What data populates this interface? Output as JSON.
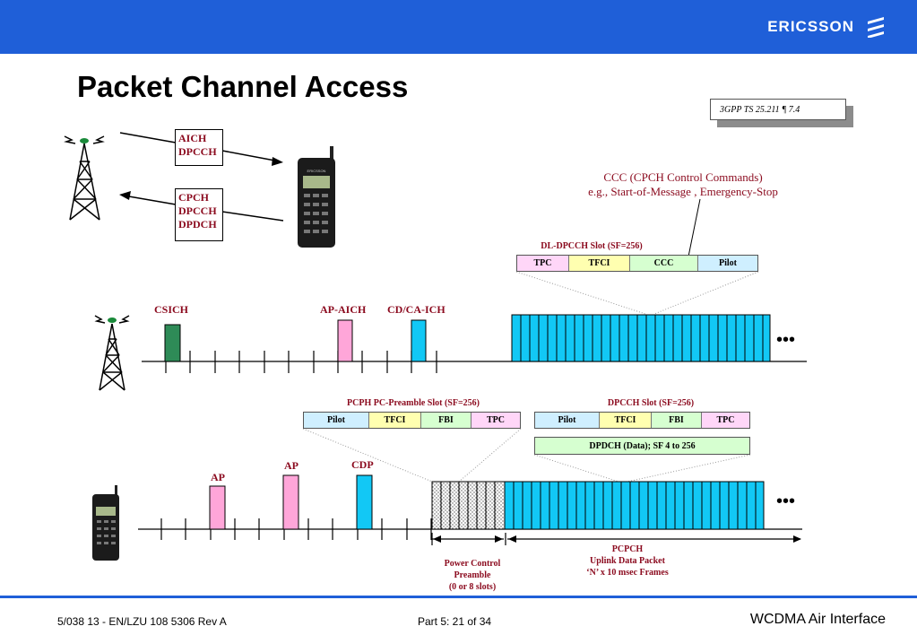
{
  "header": {
    "logo": "ERICSSON"
  },
  "title": "Packet Channel Access",
  "reference": "3GPP TS 25.211 ¶ 7.4",
  "downlink_box": {
    "line1": "AICH",
    "line2": "DPCCH"
  },
  "uplink_box": {
    "line1": "CPCH",
    "line2": "DPCCH",
    "line3": "DPDCH"
  },
  "ccc_note": {
    "line1": "CCC (CPCH Control Commands)",
    "line2": "e.g., Start-of-Message , Emergency-Stop"
  },
  "dl_dpcch": {
    "title": "DL-DPCCH Slot (SF=256)",
    "fields": [
      "TPC",
      "TFCI",
      "CCC",
      "Pilot"
    ]
  },
  "downlink_channels": {
    "csich": "CSICH",
    "ap_aich": "AP-AICH",
    "cd_ca_ich": "CD/CA-ICH",
    "ellipsis": "•••"
  },
  "pcph": {
    "title": "PCPH PC-Preamble Slot (SF=256)",
    "fields": [
      "Pilot",
      "TFCI",
      "FBI",
      "TPC"
    ]
  },
  "dpcch_ul": {
    "title": "DPCCH Slot (SF=256)",
    "fields": [
      "Pilot",
      "TFCI",
      "FBI",
      "TPC"
    ]
  },
  "dpdch": "DPDCH (Data);  SF 4 to 256",
  "uplink_channels": {
    "ap1": "AP",
    "ap2": "AP",
    "cdp": "CDP",
    "ellipsis": "•••"
  },
  "pc_preamble": {
    "line1": "Power Control",
    "line2": "Preamble",
    "line3": "(0 or 8 slots)"
  },
  "pcpch": {
    "line1": "PCPCH",
    "line2": "Uplink Data Packet",
    "line3": "‘N’ x 10 msec Frames"
  },
  "phone_brand": "ERICSSON",
  "footer": {
    "left": "5/038 13 - EN/LZU 108 5306 Rev A",
    "center": "Part 5:  21 of 34",
    "right": "WCDMA Air Interface"
  },
  "colors": {
    "header_blue": "#1f5fd8",
    "label_red": "#8b0a1e",
    "csich_green": "#2e8b57",
    "aich_pink": "#ffa6d9",
    "cyan": "#12c8f5"
  }
}
